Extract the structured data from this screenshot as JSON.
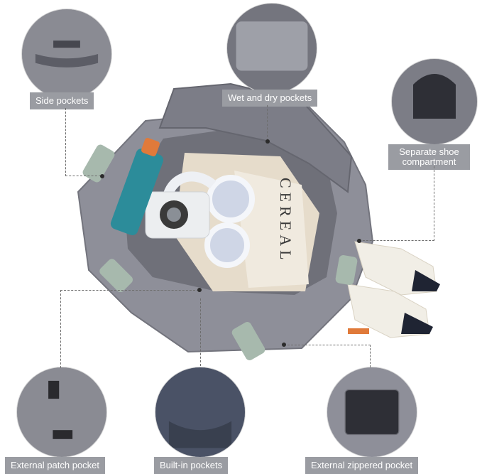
{
  "labels": {
    "side_pockets": "Side pockets",
    "wet_dry_pockets": "Wet and dry pockets",
    "separate_shoe": "Separate shoe compartment",
    "external_patch": "External patch pocket",
    "builtin_pockets": "Built-in pockets",
    "external_zippered": "External zippered pocket"
  },
  "main_product": {
    "magazine_title": "CEREAL"
  },
  "colors": {
    "label_bg": "#9a9ca2",
    "bag_gray": "#8e8f99",
    "bag_dark": "#6f7079",
    "strap_green": "#a7b9ad",
    "bottle_teal": "#2c8c9a",
    "bottle_cap": "#e07a3a"
  }
}
